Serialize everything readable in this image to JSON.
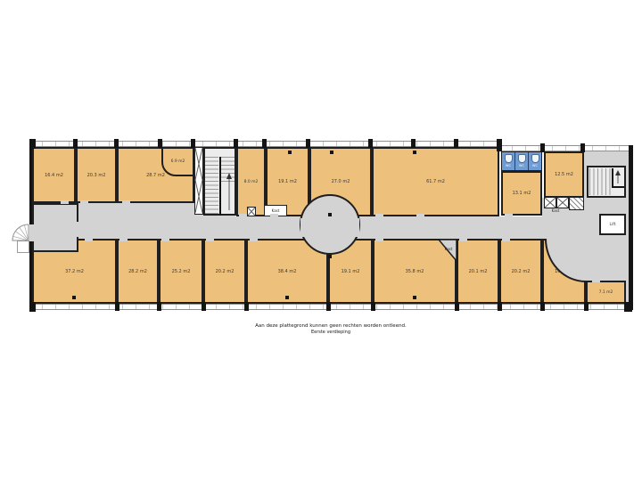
{
  "plan": {
    "rooms": {
      "t1": "16.4 m2",
      "t2": "20.3 m2",
      "t3": "28.7 m2",
      "t4": "6.9 m2",
      "t5": "8.0 m2",
      "t6": "19.1 m2",
      "t7": "27.0 m2",
      "t8": "61.7 m2",
      "t9": "13.1 m2",
      "t10": "12.5 m2",
      "b1": "37.2 m2",
      "b2": "28.2 m2",
      "b3": "25.2 m2",
      "b4": "20.2 m2",
      "b5": "38.4 m2",
      "b6": "19.1 m2",
      "b7": "35.8 m2",
      "b8": "20.1 m2",
      "b9": "20.2 m2",
      "b10": "16.3 m2",
      "b11": "7.1 m2"
    },
    "labels": {
      "wc": "WC",
      "kast": "Kast",
      "lift": "Lift"
    },
    "caption": {
      "line1": "Aan deze plattegrond kunnen geen rechten worden ontleend.",
      "line2": "Eerste verdieping"
    },
    "colors": {
      "room_fill": "#edc07c",
      "corridor_fill": "#d3d3d3",
      "wall": "#1f1f1f",
      "wc_fill": "#6f9cd4"
    }
  }
}
